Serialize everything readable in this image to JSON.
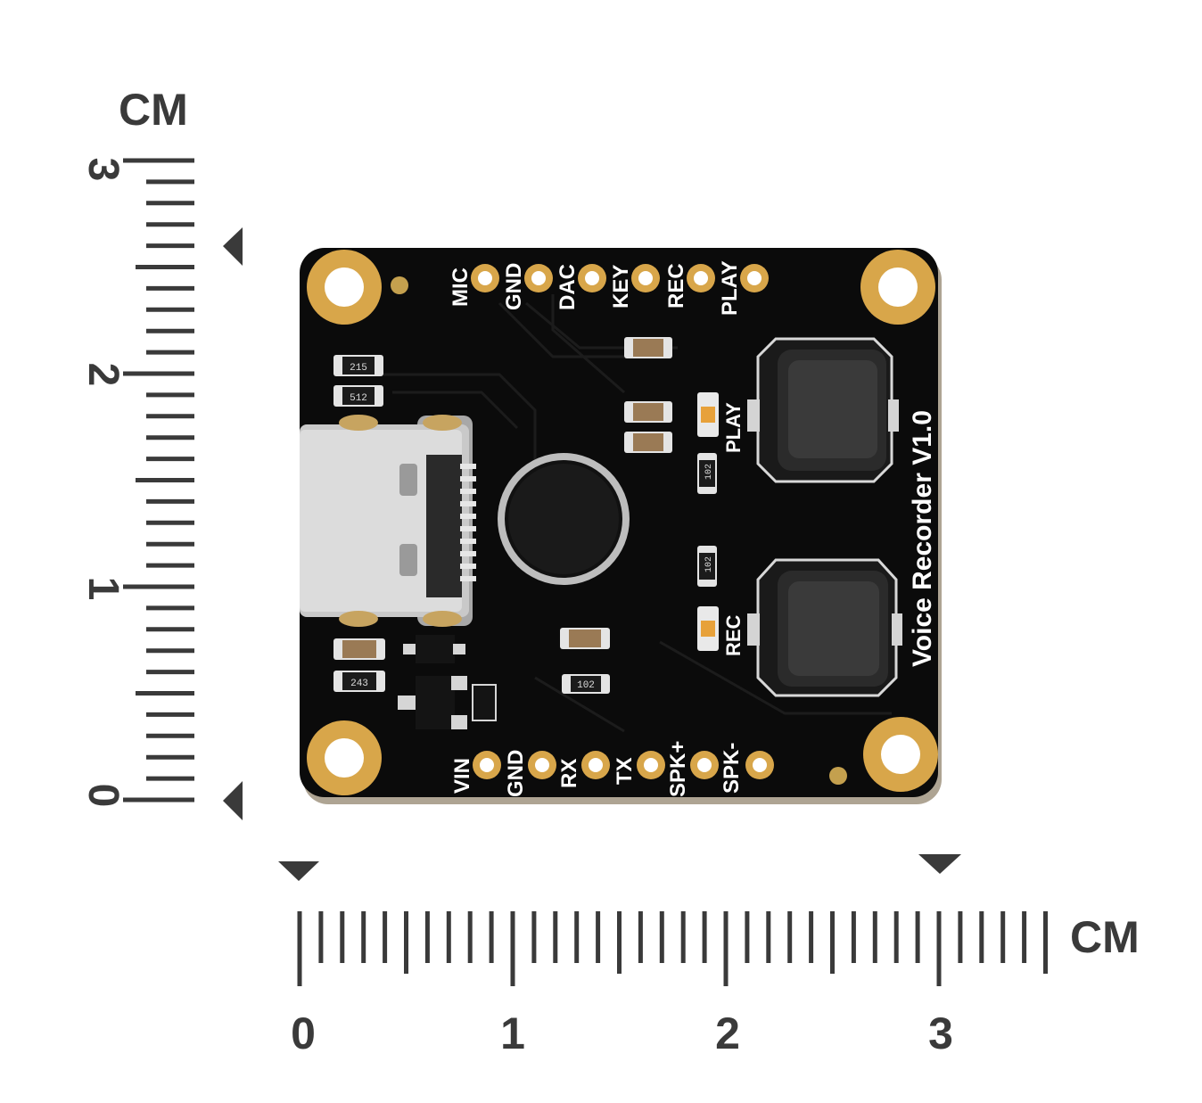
{
  "ruler": {
    "unit_label": "CM",
    "vertical_labels": [
      "3",
      "2",
      "1",
      "0"
    ],
    "horizontal_labels": [
      "0",
      "1",
      "2",
      "3"
    ]
  },
  "board": {
    "title": "Voice Recorder V1.0",
    "top_pins": [
      "MIC",
      "GND",
      "DAC",
      "KEY",
      "REC",
      "PLAY"
    ],
    "bottom_pins": [
      "VIN",
      "GND",
      "RX",
      "TX",
      "SPK+",
      "SPK-"
    ],
    "play_label": "PLAY",
    "rec_label": "REC",
    "resistor_codes": {
      "r215": "215",
      "r512": "512",
      "r102a": "102",
      "r102b": "102",
      "r102c": "102",
      "r243": "243"
    }
  },
  "colors": {
    "pcb": "#0b0b0b",
    "gold_pad": "#d8a64a",
    "silkscreen": "#ffffff",
    "ruler": "#3a3a3a",
    "usb_metal": "#c9c9c9"
  }
}
